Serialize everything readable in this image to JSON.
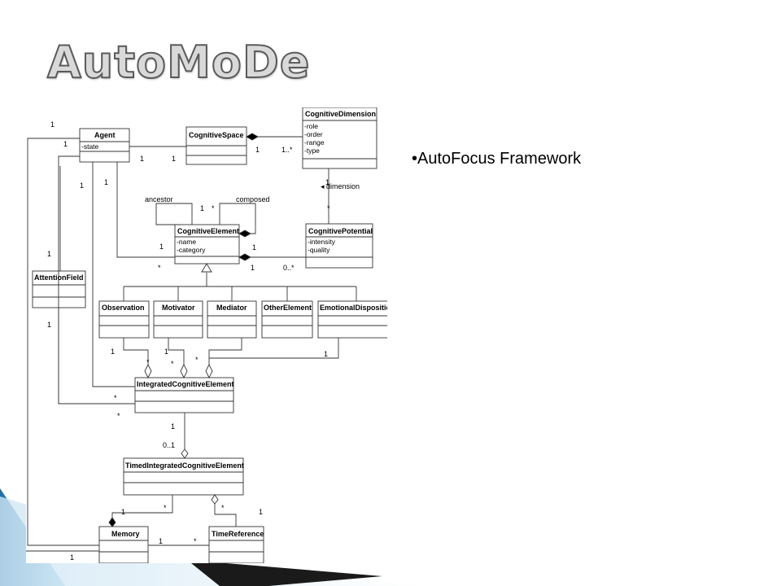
{
  "slide": {
    "title": "AutoMoDe",
    "bullet": "•AutoFocus Framework"
  },
  "diagram": {
    "classes": {
      "agent": {
        "name": "Agent",
        "attrs": [
          "-state"
        ]
      },
      "cognitive_space": {
        "name": "CognitiveSpace",
        "attrs": []
      },
      "cognitive_dimension": {
        "name": "CognitiveDimension",
        "attrs": [
          "-role",
          "-order",
          "-range",
          "-type"
        ]
      },
      "cognitive_element": {
        "name": "CognitiveElement",
        "attrs": [
          "-name",
          "-category"
        ]
      },
      "cognitive_potential": {
        "name": "CognitivePotential",
        "attrs": [
          "-intensity",
          "-quality"
        ]
      },
      "attention_field": {
        "name": "AttentionField",
        "attrs": []
      },
      "observation": {
        "name": "Observation",
        "attrs": []
      },
      "motivator": {
        "name": "Motivator",
        "attrs": []
      },
      "mediator": {
        "name": "Mediator",
        "attrs": []
      },
      "other_element": {
        "name": "OtherElement",
        "attrs": []
      },
      "emotional_disposition": {
        "name": "EmotionalDisposition",
        "attrs": []
      },
      "integrated_cognitive_element": {
        "name": "IntegratedCognitiveElement",
        "attrs": []
      },
      "timed_integrated_cognitive_element": {
        "name": "TimedIntegratedCognitiveElement",
        "attrs": []
      },
      "memory": {
        "name": "Memory",
        "attrs": []
      },
      "time_reference": {
        "name": "TimeReference",
        "attrs": []
      }
    },
    "roles": {
      "ancestor": "ancestor",
      "composed": "composed",
      "dimension": "◂ dimension"
    },
    "multiplicities": {
      "one": "1",
      "many": "*",
      "one_or_more": "1..*",
      "zero_or_more": "0..*",
      "zero_or_one": "0..1"
    }
  }
}
